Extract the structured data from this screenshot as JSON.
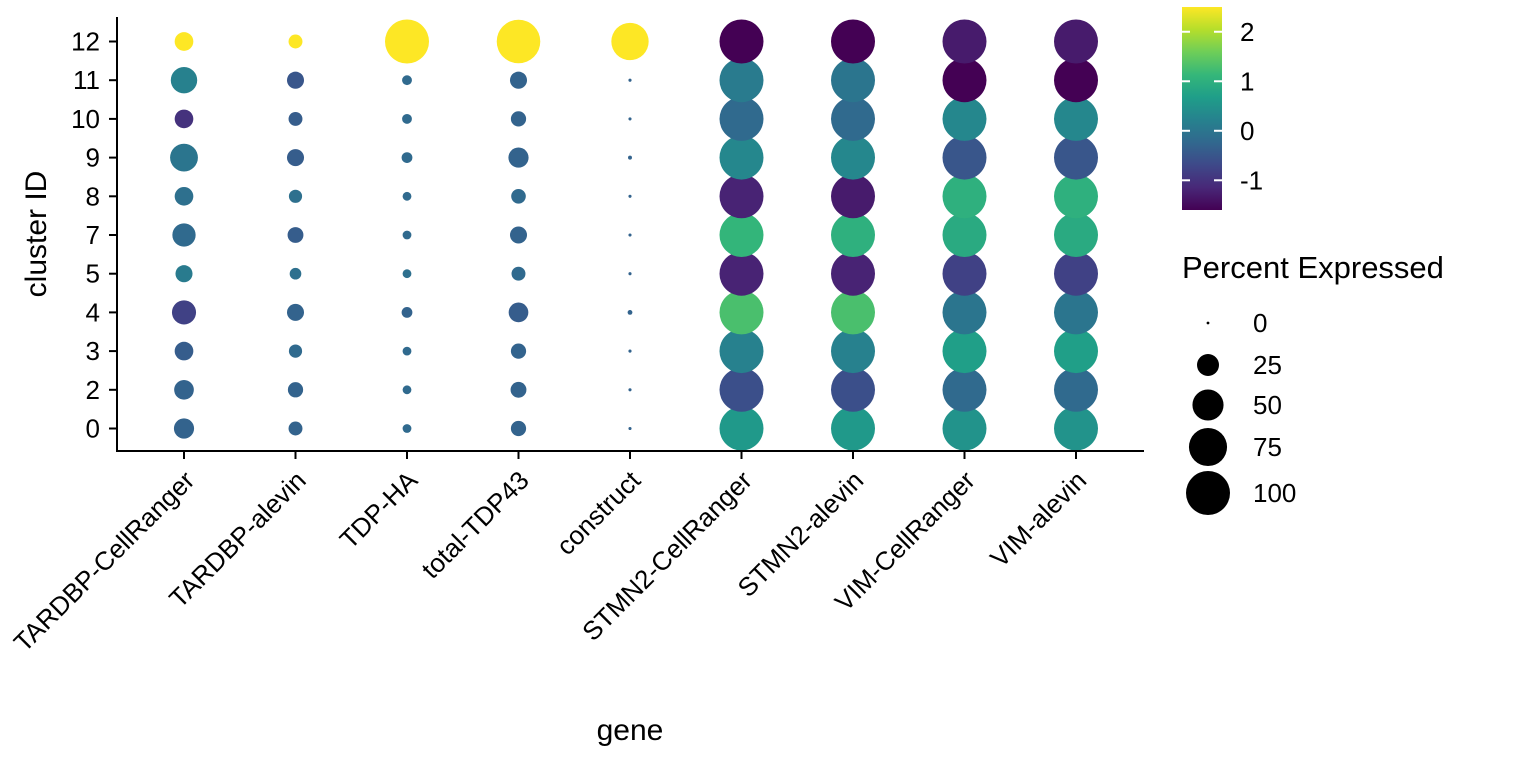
{
  "chart_data": {
    "type": "dotplot",
    "xlabel": "gene",
    "ylabel": "cluster ID",
    "categories": [
      "TARDBP-CellRanger",
      "TARDBP-alevin",
      "TDP-HA",
      "total-TDP43",
      "construct",
      "STMN2-CellRanger",
      "STMN2-alevin",
      "VIM-CellRanger",
      "VIM-alevin"
    ],
    "clusters": [
      "0",
      "2",
      "3",
      "4",
      "5",
      "7",
      "8",
      "9",
      "10",
      "11",
      "12"
    ],
    "color_scale": {
      "name": "viridis",
      "domain": [
        -1.6,
        2.5
      ],
      "ticks": [
        "-1",
        "0",
        "1",
        "2"
      ],
      "tick_values": [
        -1,
        0,
        1,
        2
      ],
      "colors": [
        "#440154",
        "#482878",
        "#3e4989",
        "#31688e",
        "#26828e",
        "#1f9e89",
        "#35b779",
        "#6ece58",
        "#b5de2b",
        "#fde725"
      ]
    },
    "size_legend": {
      "title": "Percent Expressed",
      "values": [
        0,
        25,
        50,
        75,
        100
      ],
      "labels": [
        "0",
        "25",
        "50",
        "75",
        "100"
      ]
    },
    "series": [
      {
        "gene": "TARDBP-CellRanger",
        "pct": [
          21,
          20,
          18,
          30,
          15,
          28,
          18,
          40,
          18,
          36,
          18
        ],
        "avg": [
          -0.3,
          -0.3,
          -0.4,
          -0.8,
          0.1,
          -0.2,
          -0.1,
          0,
          -1.0,
          0.2,
          2.5
        ]
      },
      {
        "gene": "TARDBP-alevin",
        "pct": [
          10,
          12,
          9,
          15,
          7,
          13,
          9,
          15,
          10,
          15,
          10
        ],
        "avg": [
          -0.3,
          -0.3,
          -0.2,
          -0.3,
          -0.1,
          -0.4,
          -0.1,
          -0.4,
          -0.4,
          -0.5,
          2.5
        ]
      },
      {
        "gene": "TDP-HA",
        "pct": [
          4,
          4,
          4,
          6,
          4,
          4,
          4,
          6,
          5,
          5,
          100
        ],
        "avg": [
          -0.2,
          -0.2,
          -0.2,
          -0.3,
          -0.1,
          -0.2,
          -0.2,
          -0.2,
          -0.2,
          -0.2,
          2.5
        ]
      },
      {
        "gene": "total-TDP43",
        "pct": [
          12,
          13,
          12,
          20,
          10,
          15,
          11,
          21,
          12,
          15,
          98
        ],
        "avg": [
          -0.3,
          -0.3,
          -0.3,
          -0.4,
          -0.2,
          -0.3,
          -0.2,
          -0.3,
          -0.3,
          -0.3,
          2.5
        ]
      },
      {
        "gene": "construct",
        "pct": [
          0.5,
          0.5,
          0.5,
          1.2,
          0.5,
          0.5,
          0.5,
          0.8,
          0.5,
          0.5,
          72
        ],
        "avg": [
          -0.3,
          -0.3,
          -0.3,
          -0.3,
          -0.3,
          -0.3,
          -0.3,
          -0.3,
          -0.3,
          -0.3,
          2.5
        ]
      },
      {
        "gene": "STMN2-CellRanger",
        "pct": [
          100,
          100,
          100,
          100,
          100,
          100,
          100,
          100,
          100,
          100,
          100
        ],
        "avg": [
          0.6,
          -0.6,
          0.2,
          1.3,
          -1.2,
          1.1,
          -1.2,
          0.3,
          -0.2,
          0.1,
          -1.6
        ]
      },
      {
        "gene": "STMN2-alevin",
        "pct": [
          100,
          100,
          100,
          100,
          100,
          100,
          100,
          100,
          100,
          100,
          100
        ],
        "avg": [
          0.6,
          -0.6,
          0.2,
          1.3,
          -1.2,
          1.0,
          -1.3,
          0.3,
          -0.2,
          0,
          -1.6
        ]
      },
      {
        "gene": "VIM-CellRanger",
        "pct": [
          100,
          100,
          100,
          100,
          100,
          100,
          100,
          100,
          100,
          100,
          100
        ],
        "avg": [
          0.5,
          -0.2,
          0.7,
          0,
          -0.8,
          0.9,
          1.0,
          -0.5,
          0.3,
          -1.6,
          -1.3
        ]
      },
      {
        "gene": "VIM-alevin",
        "pct": [
          100,
          100,
          100,
          100,
          100,
          100,
          100,
          100,
          100,
          100,
          100
        ],
        "avg": [
          0.5,
          -0.2,
          0.7,
          0,
          -0.8,
          0.9,
          1.0,
          -0.5,
          0.3,
          -1.6,
          -1.3
        ]
      }
    ],
    "grid": false,
    "legend_position": "right"
  }
}
